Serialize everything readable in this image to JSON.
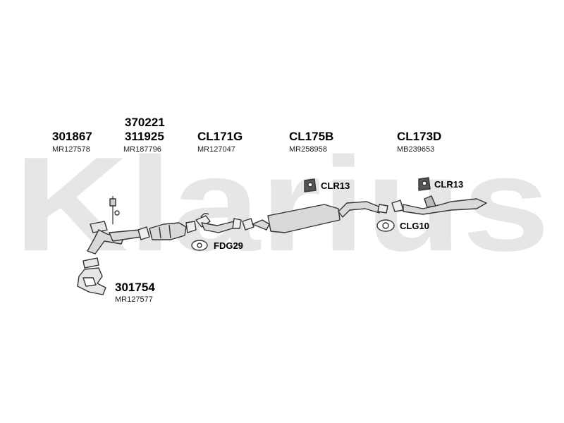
{
  "watermark": {
    "text": "Klarius",
    "color": "#e6e6e6"
  },
  "parts": [
    {
      "codes": [
        "301867"
      ],
      "ref": "MR127578"
    },
    {
      "codes": [
        "370221",
        "311925"
      ],
      "ref": "MR187796"
    },
    {
      "codes": [
        "CL171G"
      ],
      "ref": "MR127047"
    },
    {
      "codes": [
        "CL175B"
      ],
      "ref": "MR258958"
    },
    {
      "codes": [
        "CL173D"
      ],
      "ref": "MB239653"
    },
    {
      "codes": [
        "301754"
      ],
      "ref": "MR127577"
    }
  ],
  "callouts": [
    "CLR13",
    "CLR13",
    "FDG29",
    "CLG10"
  ],
  "colors": {
    "part_fill": "#d9d9d9",
    "part_stroke": "#333333"
  }
}
